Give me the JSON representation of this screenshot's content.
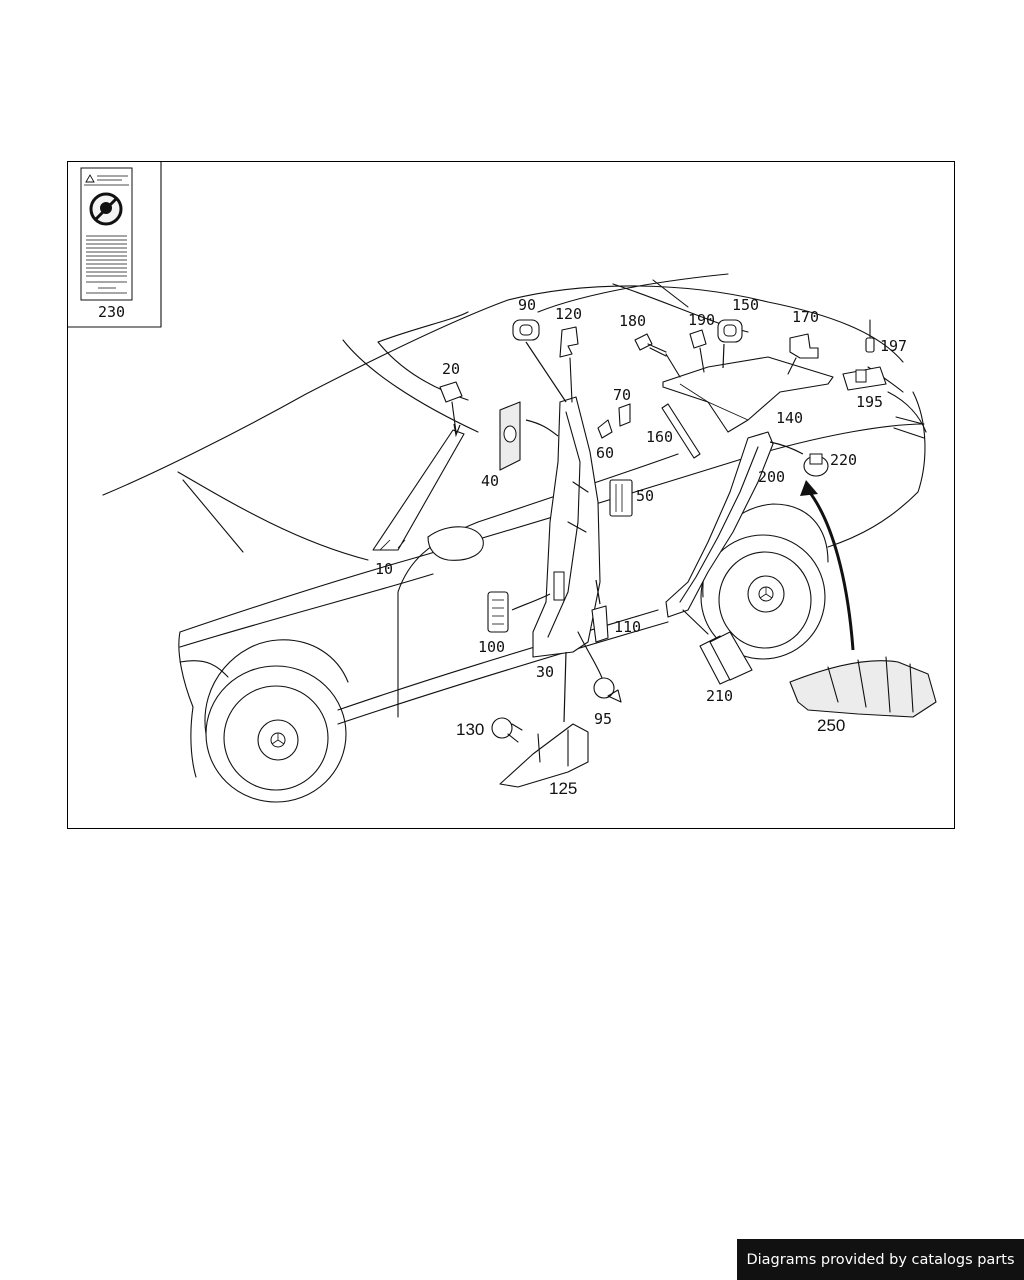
{
  "callouts": {
    "c10": "10",
    "c20": "20",
    "c30": "30",
    "c40": "40",
    "c50": "50",
    "c60": "60",
    "c70": "70",
    "c90": "90",
    "c95": "95",
    "c100": "100",
    "c110": "110",
    "c120": "120",
    "c125": "125",
    "c130": "130",
    "c140": "140",
    "c150": "150",
    "c160": "160",
    "c170": "170",
    "c180": "180",
    "c190": "190",
    "c195": "195",
    "c197": "197",
    "c200": "200",
    "c210": "210",
    "c220": "220",
    "c230": "230",
    "c250": "250"
  },
  "footer": {
    "text": "Diagrams provided by catalogs parts"
  },
  "colors": {
    "line": "#111111",
    "background": "#ffffff",
    "footer_bg": "#111111",
    "footer_text": "#ffffff"
  }
}
